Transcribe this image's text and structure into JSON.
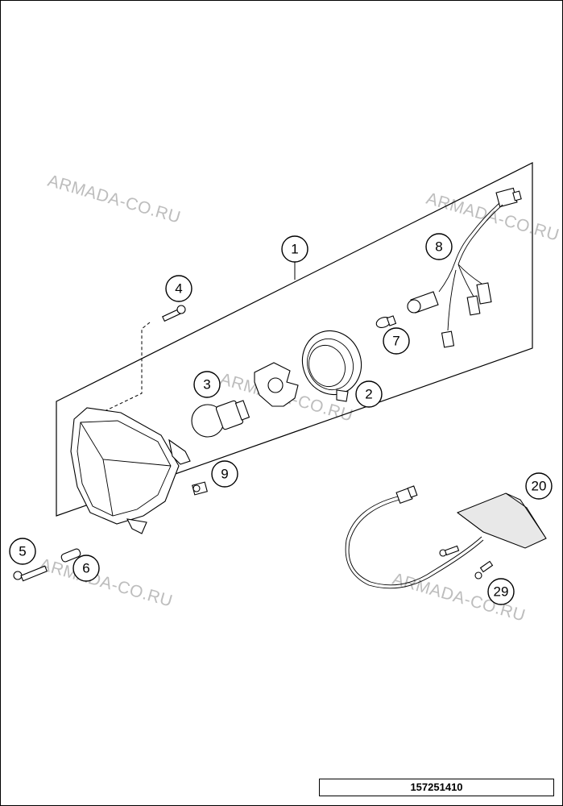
{
  "callouts": [
    "1",
    "2",
    "3",
    "4",
    "5",
    "6",
    "7",
    "8",
    "9",
    "20",
    "29"
  ],
  "watermark": "ARMADA-CO.RU",
  "reference_number": "157251410"
}
